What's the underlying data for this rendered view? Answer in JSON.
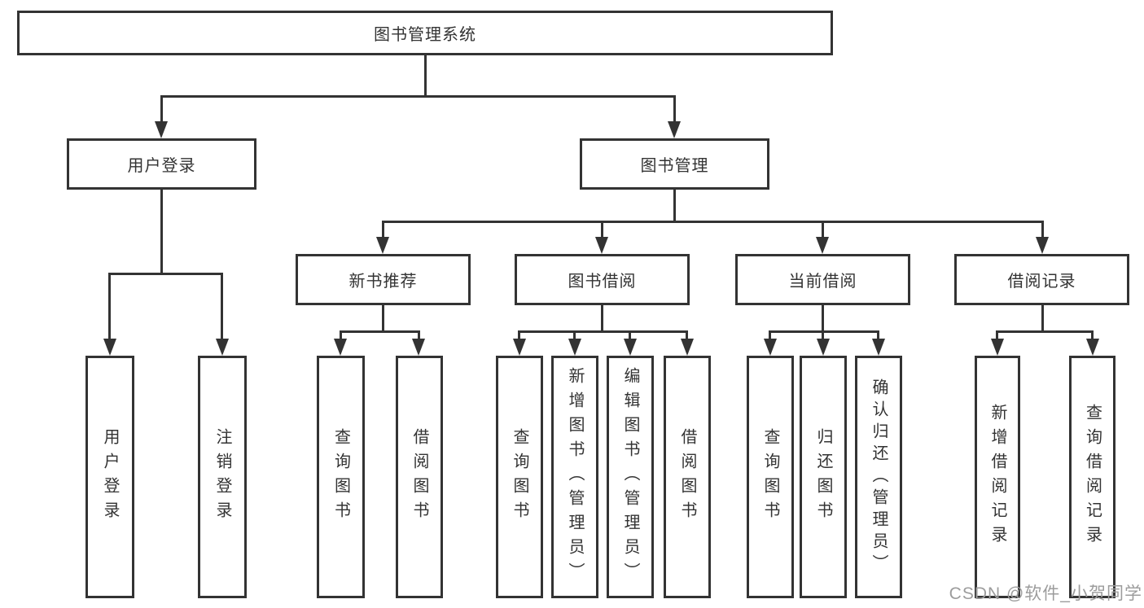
{
  "diagram": {
    "title": "图书管理系统",
    "level2": [
      {
        "label": "用户登录"
      },
      {
        "label": "图书管理"
      }
    ],
    "level3": [
      {
        "label": "新书推荐"
      },
      {
        "label": "图书借阅"
      },
      {
        "label": "当前借阅"
      },
      {
        "label": "借阅记录"
      }
    ],
    "leaves": {
      "userLogin": "用户登录",
      "logout": "注销登录",
      "queryBookA": "查询图书",
      "borrowBookA": "借阅图书",
      "queryBookB": "查询图书",
      "addBook": "新增图书（管理员）",
      "editBook": "编辑图书（管理员）",
      "borrowBookB": "借阅图书",
      "queryBookC": "查询图书",
      "returnBook": "归还图书",
      "confirmReturn": "确认归还（管理员）",
      "addBorrowRecord": "新增借阅记录",
      "queryBorrowRecord": "查询借阅记录"
    },
    "watermark": "CSDN @软件_小贺同学",
    "colors": {
      "line": "#333333",
      "text": "#333333",
      "watermark": "#9c9c9c",
      "background": "#ffffff"
    }
  }
}
